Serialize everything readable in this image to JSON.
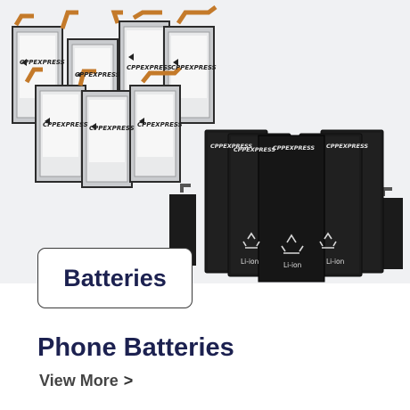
{
  "product_image": {
    "brand_mark": "CPPEXPRESS",
    "cell_label": "Li-ion",
    "colors": {
      "black_battery": "#1b1b1b",
      "silver_battery": "#cfd1d3",
      "flex_cable": "#c47a2a",
      "backdrop": "#f0f1f3"
    }
  },
  "category_badge": {
    "label": "Batteries"
  },
  "card": {
    "title": "Phone Batteries",
    "view_more_label": "View More",
    "chevron_glyph": ">"
  },
  "colors": {
    "title_navy": "#1c2150",
    "link_gray": "#444444"
  }
}
